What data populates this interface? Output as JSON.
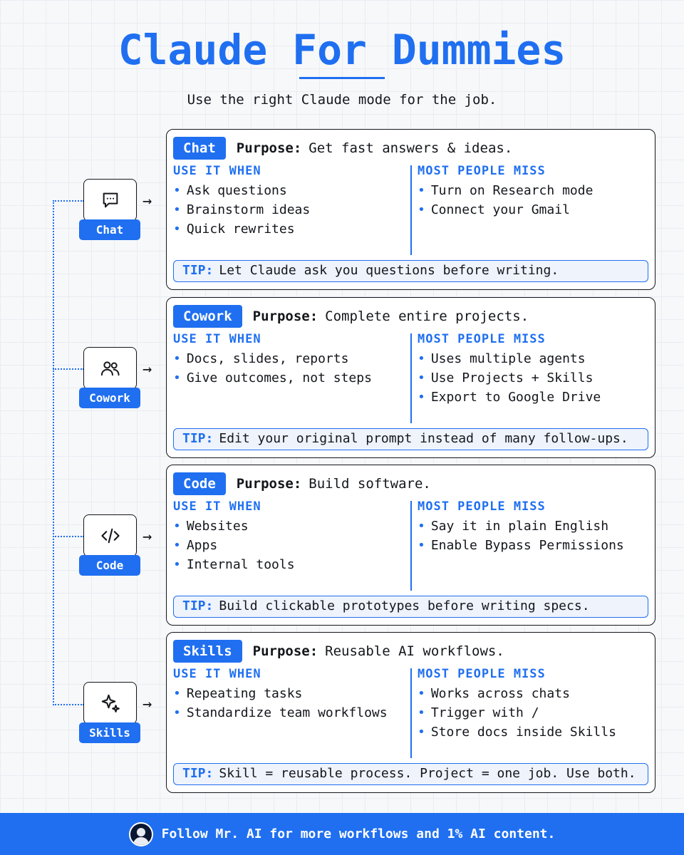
{
  "header": {
    "title": "Claude For Dummies",
    "subtitle": "Use the right Claude mode for the job."
  },
  "labels": {
    "purpose": "Purpose:",
    "use_it_when": "USE IT WHEN",
    "most_people_miss": "MOST PEOPLE MISS",
    "tip": "TIP:"
  },
  "modes": [
    {
      "name": "Chat",
      "icon": "chat-bubble-icon",
      "purpose": "Get fast answers & ideas.",
      "use_it_when": [
        "Ask questions",
        "Brainstorm ideas",
        "Quick rewrites"
      ],
      "most_people_miss": [
        "Turn on Research mode",
        "Connect your Gmail"
      ],
      "tip": "Let Claude ask you questions before writing."
    },
    {
      "name": "Cowork",
      "icon": "people-icon",
      "purpose": "Complete entire projects.",
      "use_it_when": [
        "Docs, slides, reports",
        "Give outcomes, not steps"
      ],
      "most_people_miss": [
        "Uses multiple agents",
        "Use Projects + Skills",
        "Export to Google Drive"
      ],
      "tip": "Edit your original prompt instead of many follow-ups."
    },
    {
      "name": "Code",
      "icon": "code-icon",
      "purpose": "Build software.",
      "use_it_when": [
        "Websites",
        "Apps",
        "Internal tools"
      ],
      "most_people_miss": [
        "Say it in plain English",
        "Enable Bypass Permissions"
      ],
      "tip": "Build clickable prototypes before writing specs."
    },
    {
      "name": "Skills",
      "icon": "sparkles-icon",
      "purpose": "Reusable AI workflows.",
      "use_it_when": [
        "Repeating tasks",
        "Standardize team workflows"
      ],
      "most_people_miss": [
        "Works across chats",
        "Trigger with /",
        "Store docs inside Skills"
      ],
      "tip": "Skill = reusable process. Project = one job. Use both."
    }
  ],
  "footer": {
    "text": "Follow Mr. AI for more workflows and 1% AI content."
  },
  "colors": {
    "accent": "#1f6ff0",
    "text": "#14161c",
    "tip_background": "#eef3fc"
  }
}
